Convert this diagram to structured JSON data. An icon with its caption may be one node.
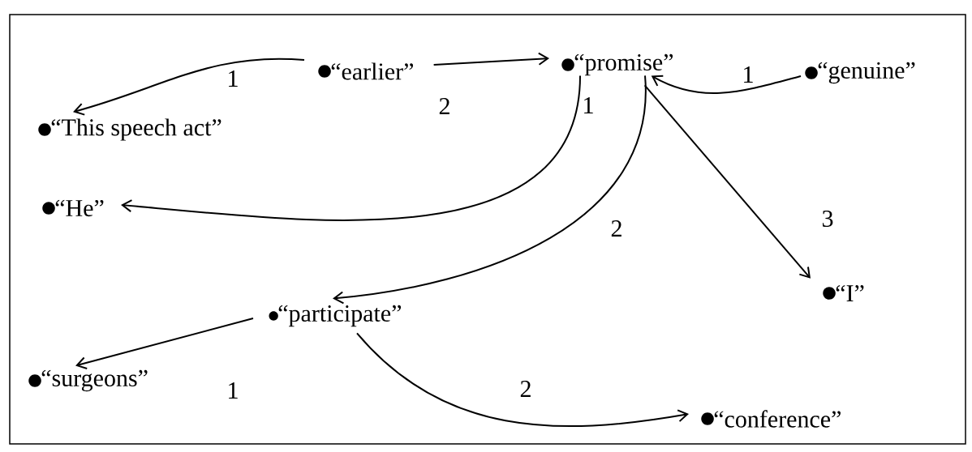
{
  "diagram": {
    "nodes": [
      {
        "text": [
          "“earlier”"
        ]
      },
      {
        "text": [
          "“promise”"
        ]
      },
      {
        "text": [
          "“genuine”"
        ]
      },
      {
        "text": [
          "“This speech act”"
        ]
      },
      {
        "text": [
          "“He”"
        ]
      },
      {
        "text": [
          "“participate”"
        ]
      },
      {
        "text": [
          "“I”"
        ]
      },
      {
        "text": [
          "“surgeons”"
        ]
      },
      {
        "text": [
          "“conference”"
        ]
      }
    ],
    "edges": [
      {
        "from": 0,
        "to": 3,
        "arrow": "to",
        "label": "1"
      },
      {
        "from": 0,
        "to": 1,
        "arrow": "to",
        "label": "2"
      },
      {
        "from": 2,
        "to": 1,
        "arrow": "to",
        "label": "1"
      },
      {
        "from": 1,
        "to": 4,
        "arrow": "to",
        "label": "1"
      },
      {
        "from": 1,
        "to": 5,
        "arrow": "to",
        "label": "2"
      },
      {
        "from": 1,
        "to": 6,
        "arrow": "to",
        "label": "3"
      },
      {
        "from": 5,
        "to": 7,
        "arrow": "to",
        "label": "1"
      },
      {
        "from": 5,
        "to": 8,
        "arrow": "to",
        "label": "2"
      }
    ]
  }
}
